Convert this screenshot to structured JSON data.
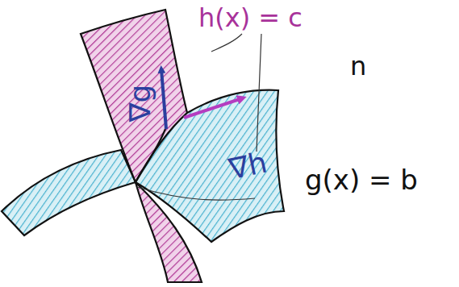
{
  "diagram": {
    "labels": [
      "h(x) = c",
      "n",
      "∇g",
      "∇h",
      "g(x) = b"
    ]
  }
}
